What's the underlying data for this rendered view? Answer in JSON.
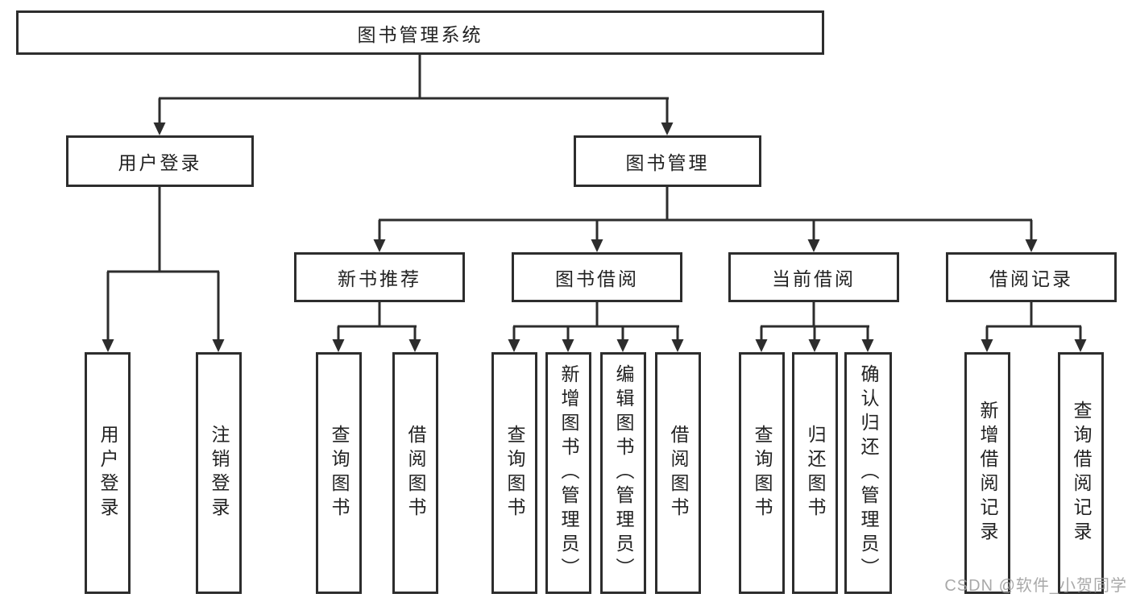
{
  "diagram": {
    "title": "图书管理系统",
    "nodes": {
      "root": "图书管理系统",
      "level2": {
        "user_login": "用户登录",
        "book_mgmt": "图书管理"
      },
      "level3": {
        "new_book_rec": "新书推荐",
        "book_borrow": "图书借阅",
        "current_borrow": "当前借阅",
        "borrow_record": "借阅记录"
      },
      "leaves": {
        "user_login": "用户登录",
        "logout": "注销登录",
        "newbook_query": "查询图书",
        "newbook_borrow": "借阅图书",
        "borrow_query": "查询图书",
        "borrow_add": "新增图书（管理员）",
        "borrow_edit": "编辑图书（管理员）",
        "borrow_borrow": "借阅图书",
        "current_query": "查询图书",
        "current_return": "归还图书",
        "current_confirm": "确认归还（管理员）",
        "record_add": "新增借阅记录",
        "record_query": "查询借阅记录"
      }
    },
    "colors": {
      "line": "#2d2d2d",
      "text": "#222222",
      "watermark": "#a0a0a0",
      "background": "#ffffff"
    },
    "watermark": "CSDN @软件_小贺同学"
  }
}
